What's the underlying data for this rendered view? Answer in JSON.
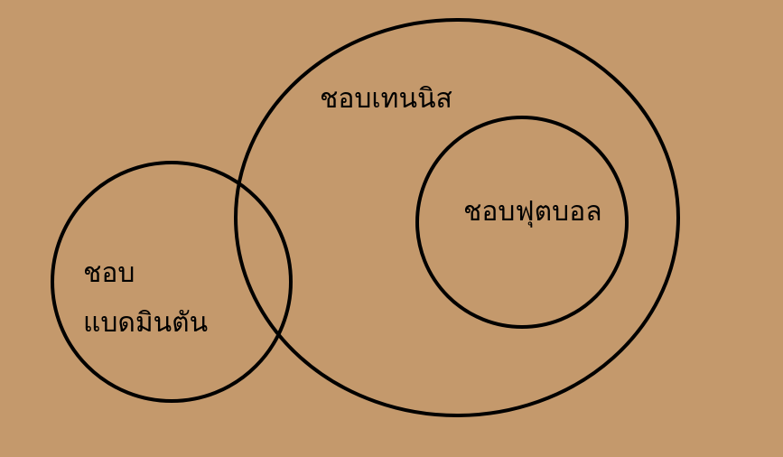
{
  "diagram": {
    "background_color": "#c4996c",
    "stroke_color": "#000000",
    "sets": {
      "tennis": {
        "label": "ชอบเทนนิส"
      },
      "football": {
        "label": "ชอบฟุตบอล"
      },
      "badminton": {
        "label_line1": "ชอบ",
        "label_line2": "แบดมินตัน"
      }
    }
  }
}
